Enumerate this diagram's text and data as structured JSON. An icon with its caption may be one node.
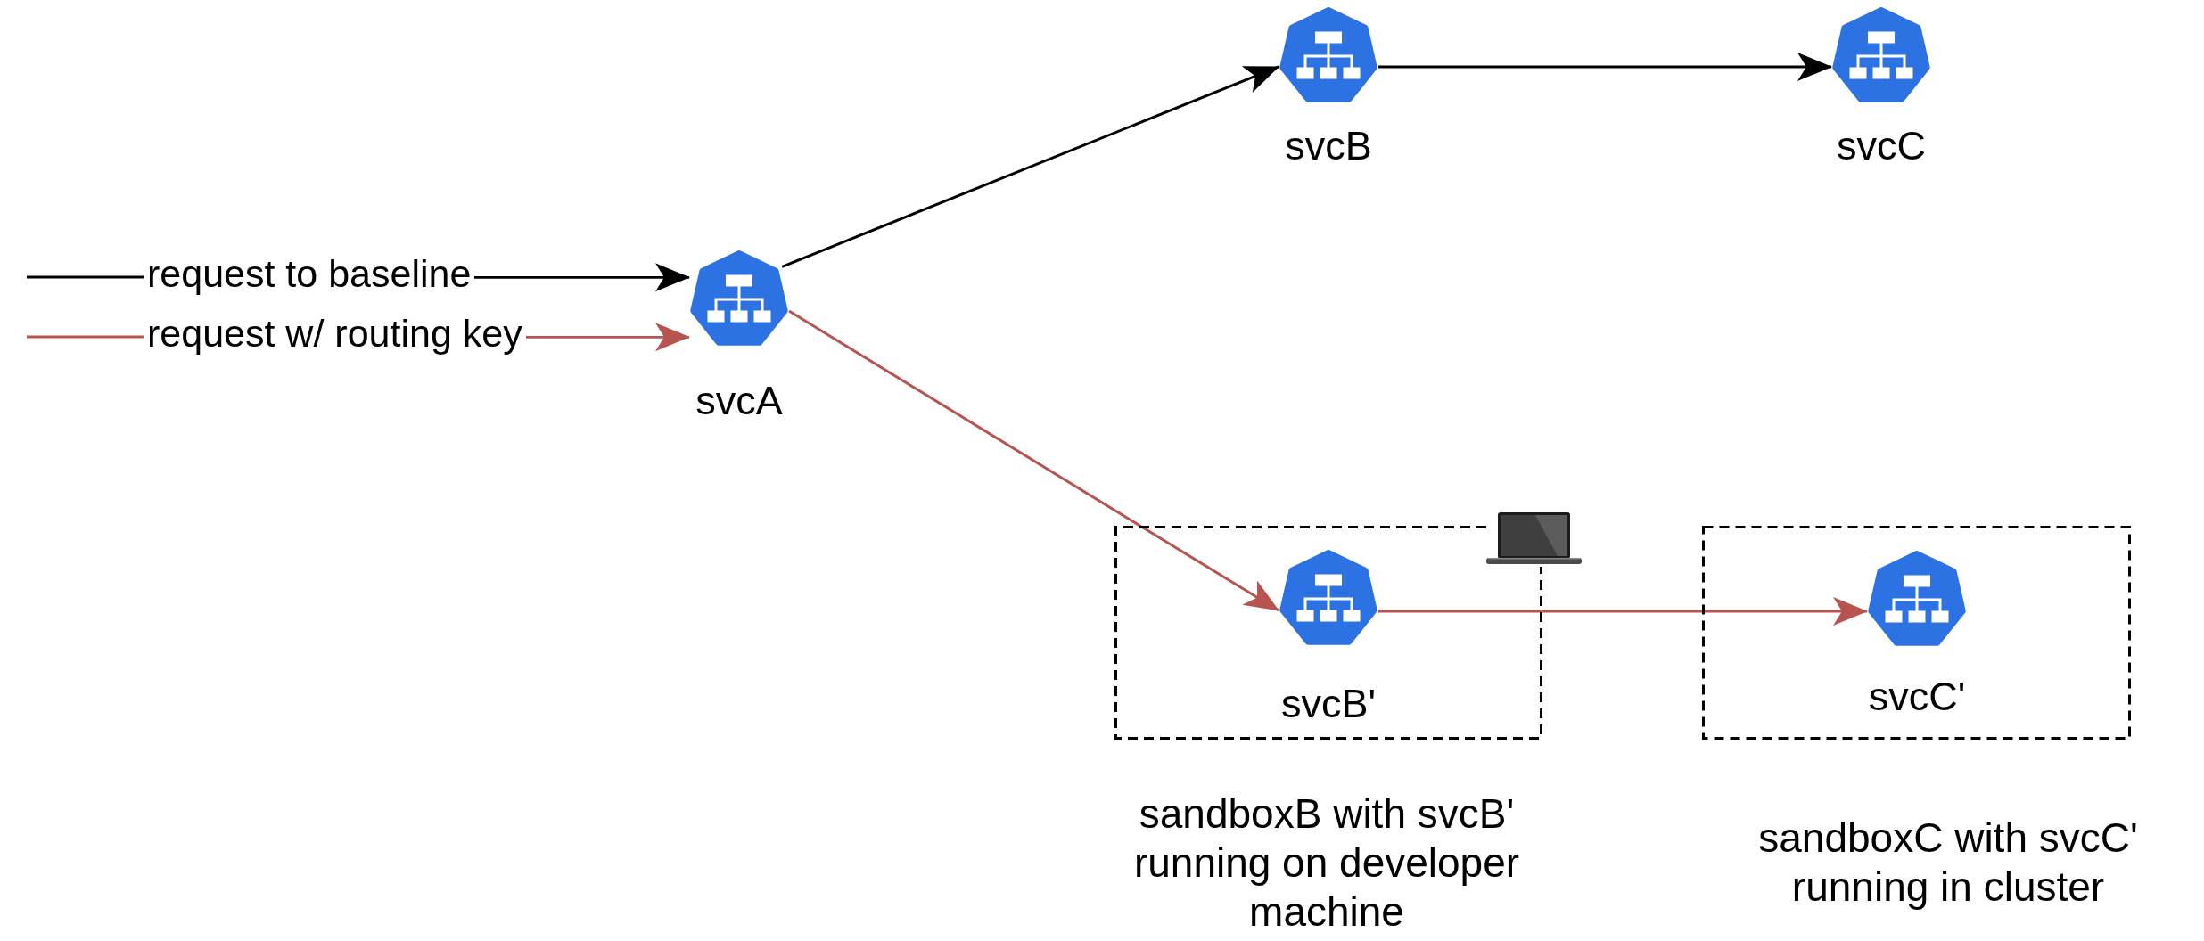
{
  "diagram": {
    "nodes": [
      {
        "text": [
          "svcA"
        ]
      },
      {
        "text": [
          "svcB"
        ]
      },
      {
        "text": [
          "svcC"
        ]
      },
      {
        "text": [],
        "shape": "box",
        "beside": [
          "sandboxB with svcB' running on developer machine"
        ]
      },
      {
        "text": [
          "svcB'"
        ],
        "in": 3
      },
      {
        "text": [],
        "shape": "box",
        "beside": [
          "sandboxC with svcC' running in cluster"
        ]
      },
      {
        "text": [
          "svcC'"
        ],
        "in": 5
      }
    ],
    "edges": [
      {
        "from": null,
        "to": 0,
        "arrow": "to",
        "label": "request to baseline"
      },
      {
        "from": null,
        "to": 0,
        "arrow": "to",
        "label": "request w/ routing key",
        "color": "#b85450"
      },
      {
        "from": 0,
        "to": 1,
        "arrow": "to"
      },
      {
        "from": 1,
        "to": 2,
        "arrow": "to"
      },
      {
        "from": 0,
        "to": 4,
        "arrow": "to",
        "color": "#b85450"
      },
      {
        "from": 4,
        "to": 6,
        "arrow": "to",
        "color": "#b85450"
      }
    ]
  }
}
